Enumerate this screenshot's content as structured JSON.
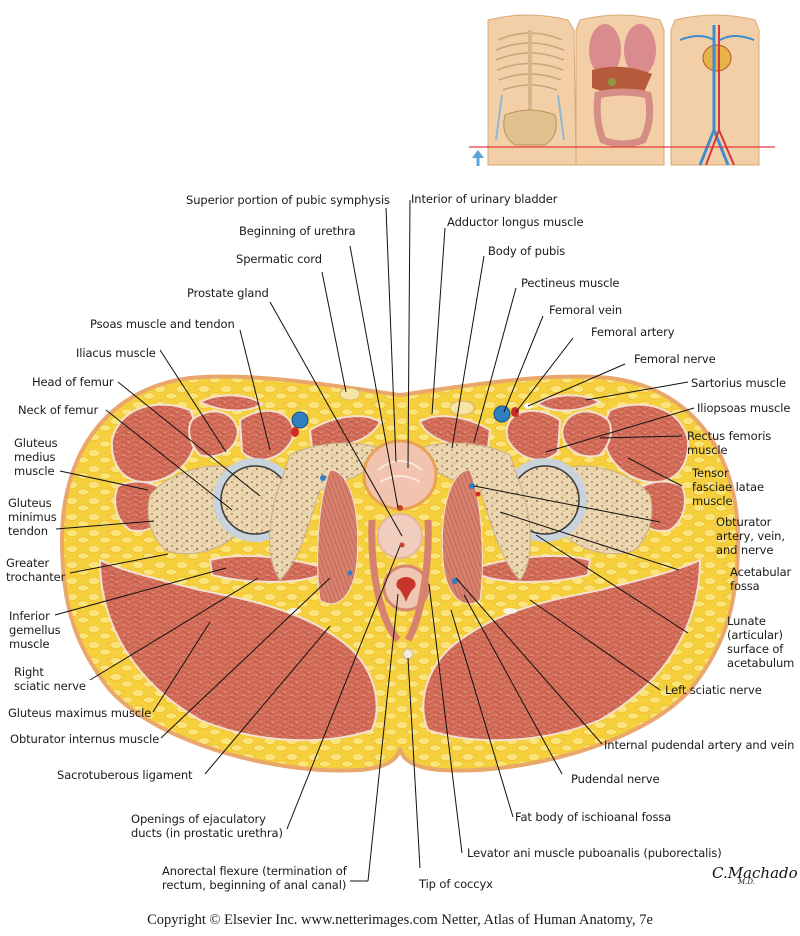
{
  "figure": {
    "title": "Cross section of pelvis at level of hip joint (Netter)",
    "copyright": "Copyright © Elsevier Inc.  www.netterimages.com Netter, Atlas of Human Anatomy, 7e",
    "signature": "C.Machado",
    "signature_suffix": "M.D.",
    "colors": {
      "fat": "#f6cf3c",
      "fat_light": "#fbe47a",
      "skin": "#e9a76c",
      "muscle": "#d4705c",
      "muscle_dark": "#b9503f",
      "bone": "#ead6b0",
      "bone_dots": "#a8774a",
      "cartilage": "#c9d3dc",
      "vein": "#2f7fc1",
      "artery": "#cf2a2a",
      "plane_line": "#e43b3b",
      "arrow": "#5ba6d6"
    }
  },
  "orientation_inset": {
    "panels": [
      "skeleton-torso",
      "organs-torso",
      "vessels-torso"
    ],
    "section_plane": "red horizontal line at hip level",
    "view_arrow": "up-arrow"
  },
  "labels": {
    "superior_pubic_symphysis": "Superior portion of pubic symphysis",
    "interior_urinary_bladder": "Interior of urinary bladder",
    "beginning_urethra": "Beginning of urethra",
    "adductor_longus": "Adductor longus muscle",
    "body_pubis": "Body of pubis",
    "spermatic_cord": "Spermatic cord",
    "pectineus": "Pectineus muscle",
    "prostate_gland": "Prostate gland",
    "femoral_vein": "Femoral vein",
    "psoas": "Psoas muscle and tendon",
    "femoral_artery": "Femoral artery",
    "iliacus": "Iliacus muscle",
    "femoral_nerve": "Femoral nerve",
    "head_femur": "Head of femur",
    "sartorius": "Sartorius muscle",
    "neck_femur": "Neck of femur",
    "iliopsoas": "Iliopsoas muscle",
    "gluteus_medius": "Gluteus\nmedius\nmuscle",
    "rectus_femoris": "Rectus femoris\nmuscle",
    "tensor_fasciae": "Tensor\nfasciae latae\nmuscle",
    "gluteus_minimus": "Gluteus\nminimus\ntendon",
    "obturator_avn": "Obturator\nartery, vein,\nand nerve",
    "greater_trochanter": "Greater\ntrochanter",
    "acetabular_fossa": "Acetabular\nfossa",
    "inferior_gemellus": "Inferior\ngemellus\nmuscle",
    "lunate_surface": "Lunate\n(articular)\nsurface of\nacetabulum",
    "right_sciatic": "Right\nsciatic nerve",
    "left_sciatic": "Left sciatic nerve",
    "gluteus_maximus": "Gluteus maximus muscle",
    "obturator_internus": "Obturator internus muscle",
    "internal_pudendal": "Internal pudendal artery and vein",
    "sacrotuberous": "Sacrotuberous ligament",
    "pudendal_nerve": "Pudendal nerve",
    "ejaculatory_ducts": "Openings of ejaculatory\nducts (in prostatic urethra)",
    "fat_body_ischioanal": "Fat body of ischioanal fossa",
    "levator_ani": "Levator ani muscle puboanalis (puborectalis)",
    "anorectal_flexure": "Anorectal flexure (termination of\nrectum, beginning of anal canal)",
    "tip_coccyx": "Tip of coccyx"
  }
}
